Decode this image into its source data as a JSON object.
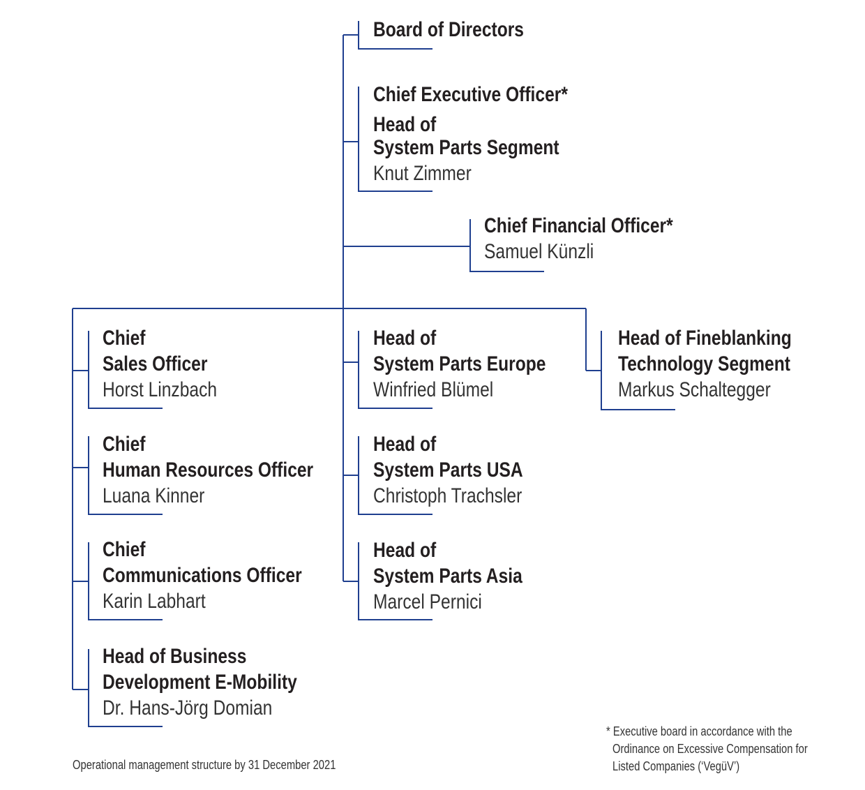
{
  "board": {
    "title": [
      "Board of Directors"
    ]
  },
  "ceo": {
    "title": [
      "Chief Executive Officer*",
      "Head of",
      "System Parts Segment"
    ],
    "name": "Knut Zimmer"
  },
  "cfo": {
    "title": [
      "Chief Financial Officer*"
    ],
    "name": "Samuel Künzli"
  },
  "cso": {
    "title": [
      "Chief",
      "Sales Officer"
    ],
    "name": "Horst Linzbach"
  },
  "chro": {
    "title": [
      "Chief",
      "Human Resources Officer"
    ],
    "name": "Luana Kinner"
  },
  "cco": {
    "title": [
      "Chief",
      "Communications Officer"
    ],
    "name": "Karin Labhart"
  },
  "bd": {
    "title": [
      "Head of Business",
      "Development E-Mobility"
    ],
    "name": "Dr. Hans-Jörg Domian"
  },
  "spe": {
    "title": [
      "Head of",
      "System Parts Europe"
    ],
    "name": "Winfried Blümel"
  },
  "spu": {
    "title": [
      "Head of",
      "System Parts USA"
    ],
    "name": "Christoph Trachsler"
  },
  "spa": {
    "title": [
      "Head of",
      "System Parts Asia"
    ],
    "name": "Marcel Pernici"
  },
  "fts": {
    "title": [
      "Head of Fineblanking",
      "Technology Segment"
    ],
    "name": "Markus Schaltegger"
  },
  "footnote": [
    "* Executive board in accordance with the",
    "Ordinance on Excessive Compensation for",
    "Listed Companies (‘VegüV’)"
  ],
  "caption": "Operational management structure by 31 December 2021",
  "colors": {
    "line": "#1f3f8f",
    "text": "#231f20"
  }
}
